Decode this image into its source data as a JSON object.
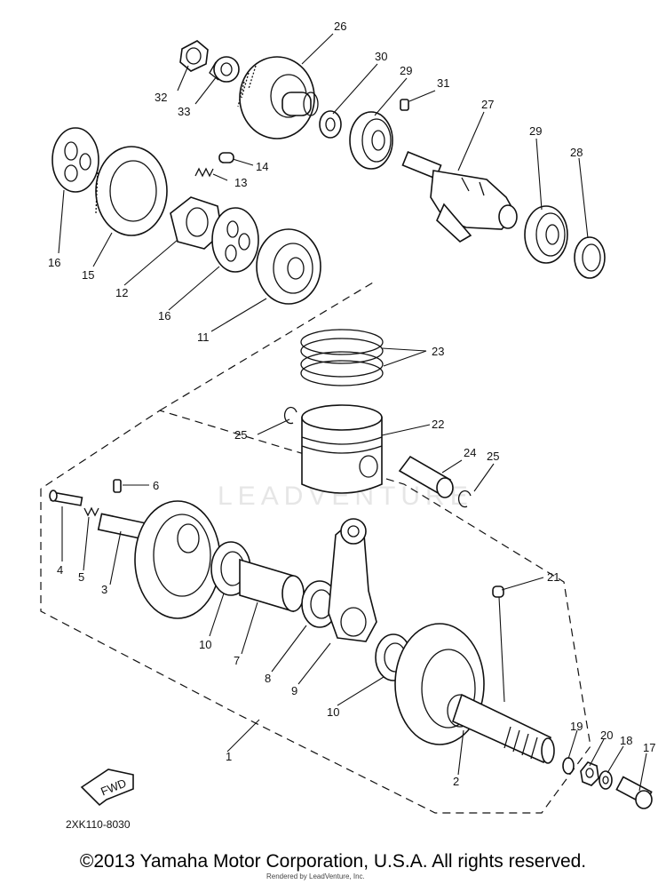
{
  "diagram": {
    "drawing_code": "2XK110-8030",
    "fwd_label": "FWD",
    "watermark": "LEADVENTURE",
    "copyright": "©2013 Yamaha Motor Corporation, U.S.A. All rights reserved.",
    "rendered_by": "Rendered by LeadVenture, Inc.",
    "parts": [
      {
        "ref": "1"
      },
      {
        "ref": "2"
      },
      {
        "ref": "3"
      },
      {
        "ref": "4"
      },
      {
        "ref": "5"
      },
      {
        "ref": "6"
      },
      {
        "ref": "7"
      },
      {
        "ref": "8"
      },
      {
        "ref": "9"
      },
      {
        "ref": "10"
      },
      {
        "ref": "10"
      },
      {
        "ref": "11"
      },
      {
        "ref": "12"
      },
      {
        "ref": "13"
      },
      {
        "ref": "14"
      },
      {
        "ref": "15"
      },
      {
        "ref": "16"
      },
      {
        "ref": "16"
      },
      {
        "ref": "17"
      },
      {
        "ref": "18"
      },
      {
        "ref": "19"
      },
      {
        "ref": "20"
      },
      {
        "ref": "21"
      },
      {
        "ref": "22"
      },
      {
        "ref": "23"
      },
      {
        "ref": "24"
      },
      {
        "ref": "25"
      },
      {
        "ref": "25"
      },
      {
        "ref": "26"
      },
      {
        "ref": "27"
      },
      {
        "ref": "28"
      },
      {
        "ref": "29"
      },
      {
        "ref": "29"
      },
      {
        "ref": "30"
      },
      {
        "ref": "31"
      },
      {
        "ref": "32"
      },
      {
        "ref": "33"
      }
    ]
  }
}
